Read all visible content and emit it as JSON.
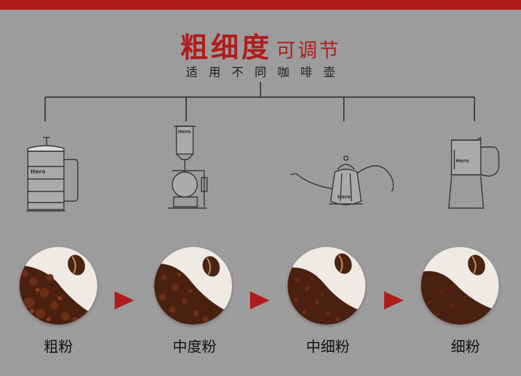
{
  "header": {
    "title_main": "粗细度",
    "title_sub": "可调节",
    "subtitle": "适用不同咖啡壶"
  },
  "pots": [
    {
      "icon": "french-press-icon",
      "brand": "Hero"
    },
    {
      "icon": "siphon-pot-icon",
      "brand": "Hero"
    },
    {
      "icon": "gooseneck-kettle-icon",
      "brand": "Hero"
    },
    {
      "icon": "moka-pot-icon",
      "brand": "Hero"
    }
  ],
  "grinds": [
    {
      "label": "粗粉",
      "level": "coarse"
    },
    {
      "label": "中度粉",
      "level": "medium-coarse"
    },
    {
      "label": "中细粉",
      "level": "medium-fine"
    },
    {
      "label": "细粉",
      "level": "fine"
    }
  ],
  "colors": {
    "accent": "#b01c1c",
    "background": "#9c9c9c",
    "line": "#222222"
  }
}
